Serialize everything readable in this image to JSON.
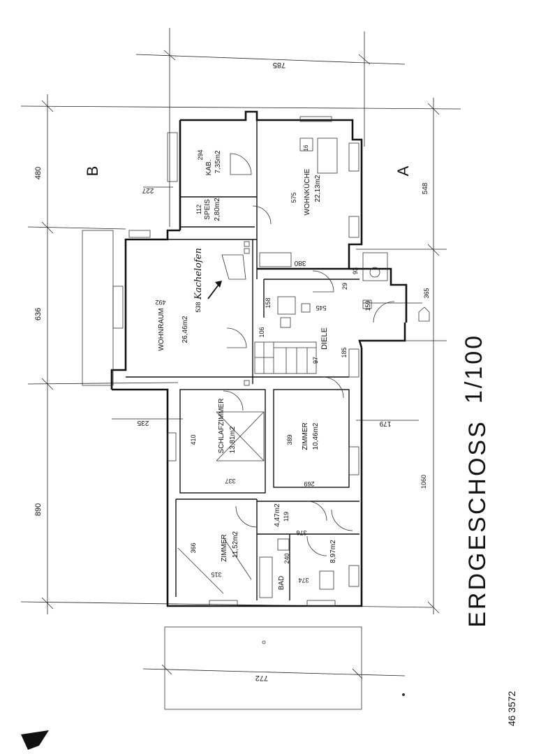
{
  "drawing": {
    "title": "ERDGESCHOSS",
    "scale": "1/100",
    "plan_number": "46 3572",
    "handwritten_note": "Kachelofen"
  },
  "rooms": {
    "kab": {
      "name": "KAB.",
      "area": "7,35m2",
      "dim": "294"
    },
    "speis": {
      "name": "SPEIS",
      "area": "2,80m2",
      "dim": "112"
    },
    "wohnkueche": {
      "name": "WOHNKÜCHE",
      "area": "22,13m2",
      "dim": "575"
    },
    "wohnraum": {
      "name": "WOHNRAUM",
      "area": "26,46m2",
      "dim_a": "492",
      "dim_b": "538"
    },
    "diele": {
      "name": "DIELE"
    },
    "schlafzimmer": {
      "name": "SCHLAFZIMMER",
      "area": "13,81m2",
      "dim_a": "410",
      "dim_b": "337"
    },
    "zimmer1": {
      "name": "ZIMMER",
      "area": "10,46m2",
      "dim_a": "389",
      "dim_b": "269"
    },
    "vorraum": {
      "area": "4,47m2",
      "dim": "119"
    },
    "zimmer2": {
      "name": "ZIMMER",
      "area": "11,52m2",
      "dim_a": "366",
      "dim_b": "315"
    },
    "bad": {
      "name": "BAD",
      "dim": "240"
    },
    "wc": {
      "area": "8,97m2",
      "dim_a": "376",
      "dim_b": "374"
    }
  },
  "dimensions": {
    "top_total": "785",
    "bottom_total": "772",
    "left_a": "480",
    "left_b": "636",
    "left_c": "890",
    "right_a": "548",
    "right_total": "1060",
    "d_227": "227",
    "d_380": "380",
    "d_93": "93",
    "d_29": "29",
    "d_545": "545",
    "d_158": "158",
    "d_159": "159",
    "d_365": "365",
    "d_106": "106",
    "d_97": "97",
    "d_185": "185",
    "d_235": "235",
    "d_179": "179",
    "d_16": "16"
  },
  "section_marks": {
    "a": "A",
    "b": "B"
  }
}
